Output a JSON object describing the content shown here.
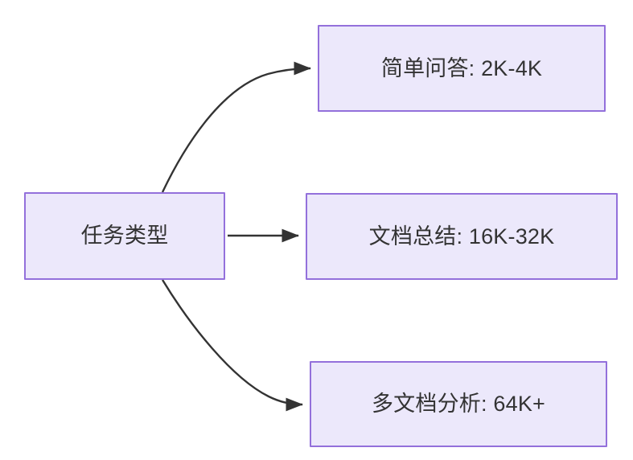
{
  "diagram": {
    "type": "flowchart",
    "direction": "left-to-right",
    "background_color": "#ffffff",
    "node_fill_color": "#ece8fb",
    "node_border_color": "#9370db",
    "node_text_color": "#333333",
    "edge_color": "#333333",
    "source_node": {
      "id": "task-type",
      "label": "任务类型"
    },
    "target_nodes": [
      {
        "id": "simple-qa",
        "label": "简单问答: 2K-4K",
        "category": "简单问答",
        "range": "2K-4K"
      },
      {
        "id": "doc-summary",
        "label": "文档总结: 16K-32K",
        "category": "文档总结",
        "range": "16K-32K"
      },
      {
        "id": "multi-doc-analysis",
        "label": "多文档分析: 64K+",
        "category": "多文档分析",
        "range": "64K+"
      }
    ],
    "edges": [
      {
        "id": "edge-0",
        "from": "任务类型",
        "to": "简单问答: 2K-4K",
        "label": "",
        "style": "curved-arrow"
      },
      {
        "id": "edge-1",
        "from": "任务类型",
        "to": "文档总结: 16K-32K",
        "label": "",
        "style": "straight-arrow"
      },
      {
        "id": "edge-2",
        "from": "任务类型",
        "to": "多文档分析: 64K+",
        "label": "",
        "style": "curved-arrow"
      }
    ]
  }
}
